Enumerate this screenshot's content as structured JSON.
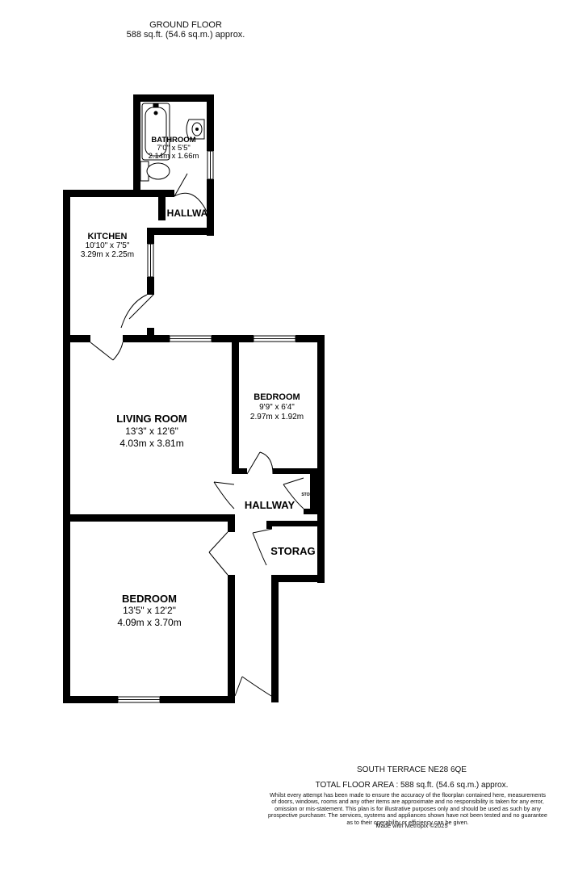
{
  "header": {
    "floor_name": "GROUND FLOOR",
    "floor_area": "588 sq.ft. (54.6 sq.m.) approx."
  },
  "rooms": {
    "bathroom": {
      "name": "BATHROOM",
      "imperial": "7'0\" x 5'5\"",
      "metric": "2.14m x 1.66m"
    },
    "hallway_top": {
      "name": "HALLWA"
    },
    "kitchen": {
      "name": "KITCHEN",
      "imperial": "10'10\" x 7'5\"",
      "metric": "3.29m x 2.25m"
    },
    "living_room": {
      "name": "LIVING ROOM",
      "imperial": "13'3\" x 12'6\"",
      "metric": "4.03m x 3.81m"
    },
    "bedroom_small": {
      "name": "BEDROOM",
      "imperial": "9'9\" x 6'4\"",
      "metric": "2.97m x 1.92m"
    },
    "storage_small": {
      "name": "STORAG"
    },
    "hallway_main": {
      "name": "HALLWAY"
    },
    "storage_large": {
      "name": "STORAG"
    },
    "bedroom_large": {
      "name": "BEDROOM",
      "imperial": "13'5\" x 12'2\"",
      "metric": "4.09m x 3.70m"
    }
  },
  "footer": {
    "address": "SOUTH TERRACE NE28 6QE",
    "total_area": "TOTAL FLOOR AREA : 588 sq.ft. (54.6 sq.m.) approx.",
    "disclaimer": "Whilst every attempt has been made to ensure the accuracy of the floorplan contained here, measurements of doors, windows, rooms and any other items are approximate and no responsibility is taken for any error, omission or mis-statement. This plan is for illustrative purposes only and should be used as such by any prospective purchaser. The services, systems and appliances shown have not been tested and no guarantee as to their operability or efficiency can be given.",
    "made_with": "Made with Metropix ©2025"
  },
  "colors": {
    "wall": "#000000",
    "background": "#ffffff",
    "text": "#111111"
  }
}
